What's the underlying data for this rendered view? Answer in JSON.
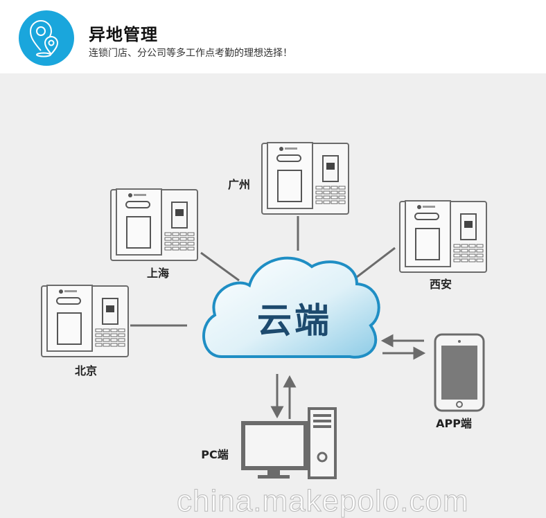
{
  "header": {
    "icon": "map-pin-icon",
    "title": "异地管理",
    "subtitle": "连锁门店、分公司等多工作点考勤的理想选择！"
  },
  "diagram": {
    "center": "云端",
    "devices": {
      "shanghai": "上海",
      "guangzhou": "广州",
      "xian": "西安",
      "beijing": "北京"
    },
    "app_label": "APP端",
    "pc_label": "PC端",
    "colors": {
      "accent": "#1aa6dc",
      "cloud_text": "#1d4a6e",
      "stroke": "#6b6b6b"
    }
  },
  "watermark": "china.makepolo.com"
}
